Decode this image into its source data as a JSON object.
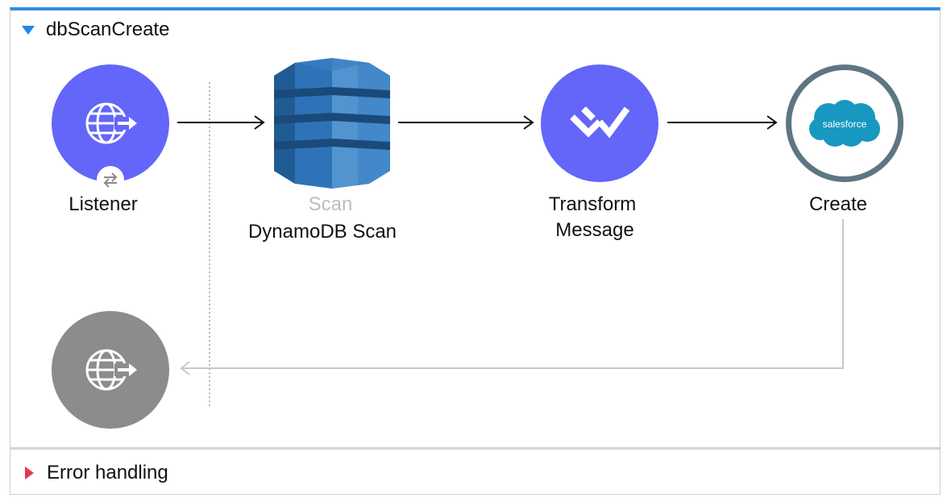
{
  "flow": {
    "title": "dbScanCreate"
  },
  "nodes": {
    "listener": {
      "label": "Listener",
      "icon": "http-listener-icon",
      "color": "#6366f8"
    },
    "scan": {
      "title": "Scan",
      "label": "DynamoDB Scan",
      "icon": "dynamodb-icon"
    },
    "transform": {
      "label_line1": "Transform",
      "label_line2": "Message",
      "icon": "dataweave-icon",
      "color": "#6366f8"
    },
    "create": {
      "label": "Create",
      "icon": "salesforce-icon",
      "logo_text": "salesforce"
    },
    "response": {
      "icon": "http-listener-icon",
      "color": "#8c8c8c"
    }
  },
  "error_handling": {
    "label": "Error handling"
  },
  "colors": {
    "accent": "#2f8ee0",
    "error": "#e53950",
    "salesforce": "#1798c1"
  }
}
